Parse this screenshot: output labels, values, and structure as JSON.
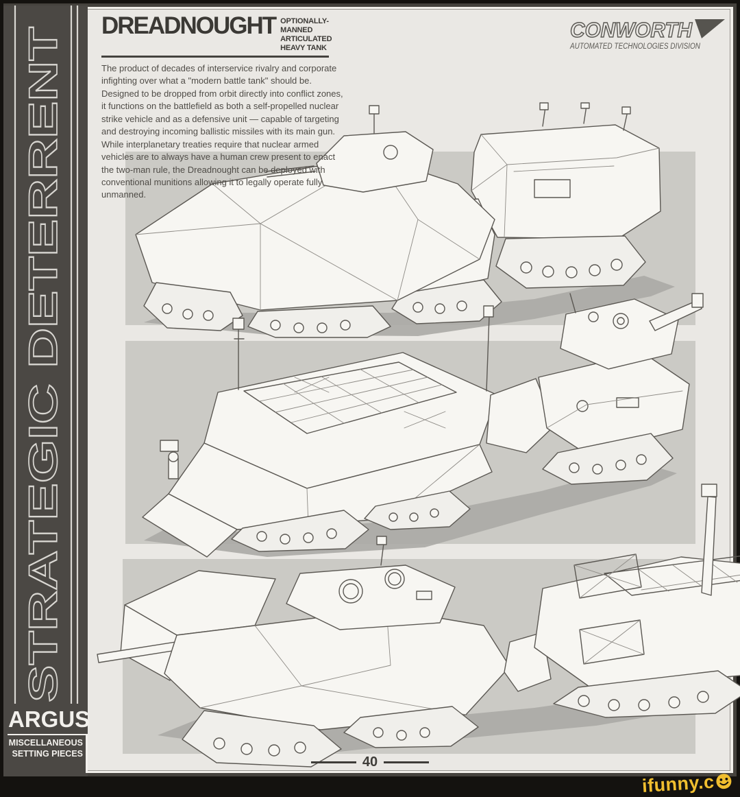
{
  "page": {
    "header": {
      "title": "DREADNOUGHT",
      "subtitle_line1": "OPTIONALLY-MANNED",
      "subtitle_line2": "ARTICULATED HEAVY TANK",
      "body": "The product of decades of interservice rivalry and corporate infighting over what a \"modern battle tank\" should be. Designed to be dropped from orbit directly into conflict zones, it functions on the battlefield as both a self-propelled nuclear strike vehicle and as a defensive unit — capable of targeting and destroying incoming ballistic missiles with its main gun. While interplanetary treaties require that nuclear armed vehicles are to always have a human crew present to enact the two-man rule, the Dreadnought can be deployed with conventional munitions allowing it to legally operate fully unmanned."
    },
    "brand": {
      "name": "CONWORTH",
      "division": "AUTOMATED TECHNOLOGIES DIVISION"
    },
    "sidebar": {
      "vertical_text": "STRATEGIC DETERRENT",
      "series": "ARGUS",
      "category_line1": "MISCELLANEOUS",
      "category_line2": "SETTING PIECES"
    },
    "figures": [
      {
        "label": "dreadnought-front-left-quarter-view"
      },
      {
        "label": "dreadnought-rear-left-quarter-view"
      },
      {
        "label": "dreadnought-front-right-quarter-view"
      }
    ],
    "footer": {
      "page_number": "40"
    },
    "watermark": {
      "text": "ifunny.c",
      "smiley": "smiley-face"
    }
  },
  "colors": {
    "page_bg": "#eae8e4",
    "panel_bg": "#cbcac5",
    "strip_bg": "#4b4844",
    "frame_dark": "#45423d",
    "outer_black": "#14120f",
    "ink": "#4f4c47",
    "watermark_yellow": "#f0be2f"
  }
}
